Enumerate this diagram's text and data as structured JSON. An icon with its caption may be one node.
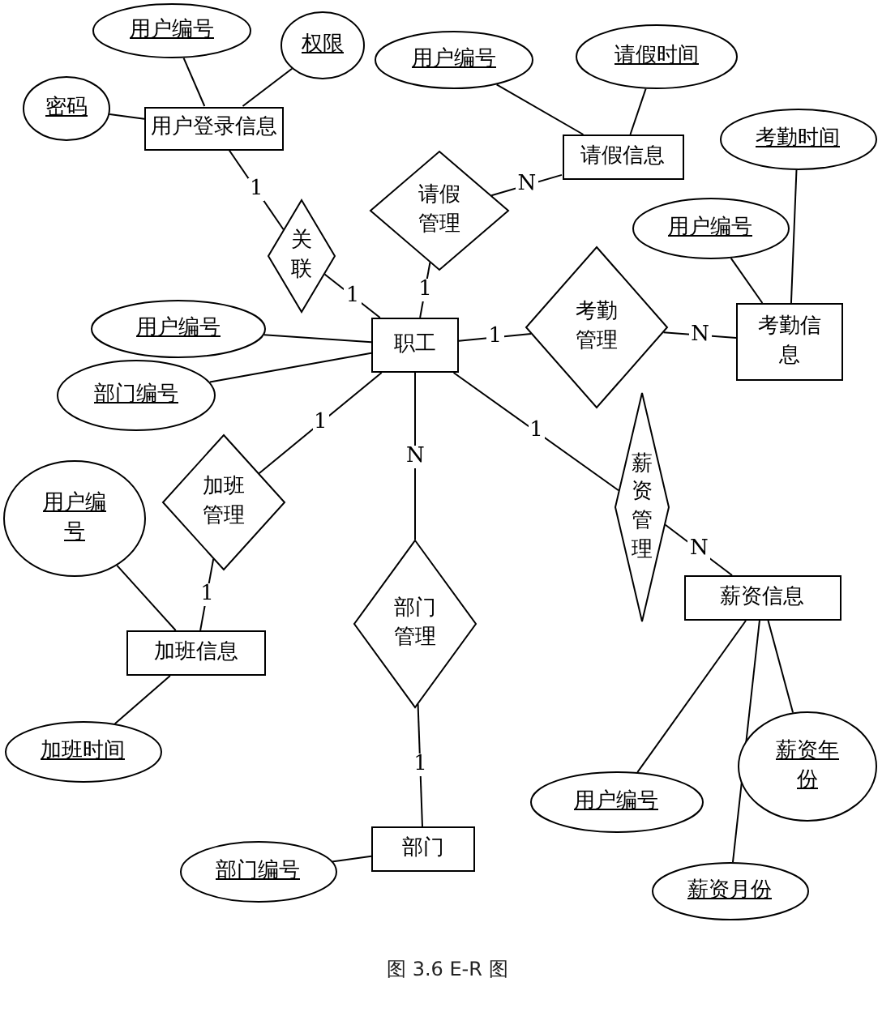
{
  "diagram": {
    "caption": "图 3.6 E-R 图",
    "nodes": [
      {
        "text": [
          "用户编号"
        ]
      },
      {
        "text": [
          "权限"
        ]
      },
      {
        "text": [
          "密码"
        ]
      },
      {
        "text": [
          "用户登录信息"
        ]
      },
      {
        "text": [
          "用户编号"
        ]
      },
      {
        "text": [
          "请假时间"
        ]
      },
      {
        "text": [
          "请假信息"
        ]
      },
      {
        "text": [
          "考勤时间"
        ]
      },
      {
        "text": [
          "请假管理"
        ]
      },
      {
        "text": [
          "关联"
        ]
      },
      {
        "text": [
          "用户编号"
        ]
      },
      {
        "text": [
          "考勤管理"
        ]
      },
      {
        "text": [
          "用户编号"
        ]
      },
      {
        "text": [
          "职工"
        ]
      },
      {
        "text": [
          "考勤信息"
        ]
      },
      {
        "text": [
          "部门编号"
        ]
      },
      {
        "text": [
          "加班管理"
        ]
      },
      {
        "text": [
          "用户编号"
        ]
      },
      {
        "text": [
          "部门管理"
        ]
      },
      {
        "text": [
          "薪资管理"
        ]
      },
      {
        "text": [
          "薪资信息"
        ]
      },
      {
        "text": [
          "加班信息"
        ]
      },
      {
        "text": [
          "加班时间"
        ]
      },
      {
        "text": [
          "薪资年份"
        ]
      },
      {
        "text": [
          "用户编号"
        ]
      },
      {
        "text": [
          "部门"
        ]
      },
      {
        "text": [
          "部门编号"
        ]
      },
      {
        "text": [
          "薪资月份"
        ]
      }
    ],
    "edges": [
      {
        "from": 0,
        "to": 3,
        "arrow": "none"
      },
      {
        "from": 1,
        "to": 3,
        "arrow": "none"
      },
      {
        "from": 2,
        "to": 3,
        "arrow": "none"
      },
      {
        "from": 3,
        "to": 9,
        "arrow": "none",
        "label": "1"
      },
      {
        "from": 9,
        "to": 13,
        "arrow": "none",
        "label": "1"
      },
      {
        "from": 4,
        "to": 6,
        "arrow": "none"
      },
      {
        "from": 5,
        "to": 6,
        "arrow": "none"
      },
      {
        "from": 8,
        "to": 6,
        "arrow": "none",
        "label": "N"
      },
      {
        "from": 8,
        "to": 13,
        "arrow": "none",
        "label": "1"
      },
      {
        "from": 7,
        "to": 14,
        "arrow": "none"
      },
      {
        "from": 10,
        "to": 14,
        "arrow": "none"
      },
      {
        "from": 13,
        "to": 11,
        "arrow": "none",
        "label": "1"
      },
      {
        "from": 11,
        "to": 14,
        "arrow": "none",
        "label": "N"
      },
      {
        "from": 12,
        "to": 13,
        "arrow": "none"
      },
      {
        "from": 15,
        "to": 13,
        "arrow": "none"
      },
      {
        "from": 13,
        "to": 16,
        "arrow": "none",
        "label": "1"
      },
      {
        "from": 16,
        "to": 21,
        "arrow": "none",
        "label": "1"
      },
      {
        "from": 17,
        "to": 21,
        "arrow": "none"
      },
      {
        "from": 21,
        "to": 22,
        "arrow": "none"
      },
      {
        "from": 13,
        "to": 18,
        "arrow": "none",
        "label": "N"
      },
      {
        "from": 18,
        "to": 25,
        "arrow": "none",
        "label": "1"
      },
      {
        "from": 13,
        "to": 19,
        "arrow": "none",
        "label": "1"
      },
      {
        "from": 19,
        "to": 20,
        "arrow": "none",
        "label": "N"
      },
      {
        "from": 20,
        "to": 24,
        "arrow": "none"
      },
      {
        "from": 20,
        "to": 23,
        "arrow": "none"
      },
      {
        "from": 20,
        "to": 27,
        "arrow": "none"
      },
      {
        "from": 26,
        "to": 25,
        "arrow": "none"
      }
    ]
  }
}
